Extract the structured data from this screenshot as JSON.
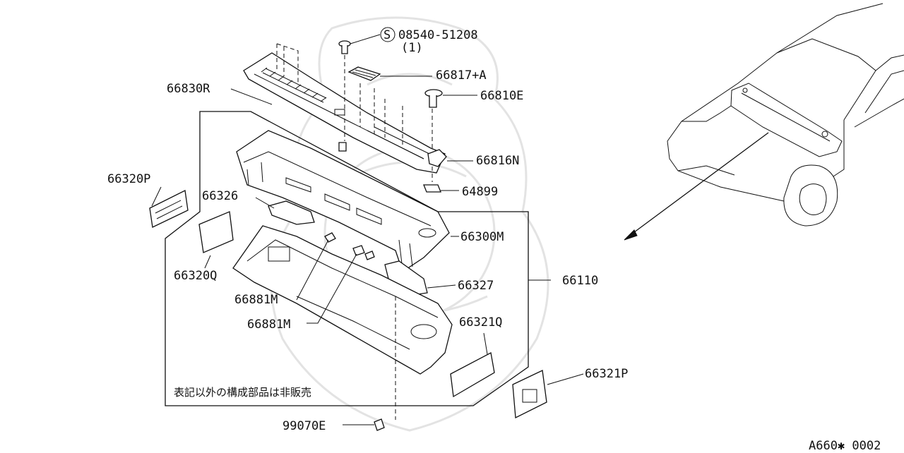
{
  "diagram": {
    "labels": {
      "screw_code": "08540-51208",
      "screw_qty": "(1)",
      "p66817a": "66817+A",
      "p66830r": "66830R",
      "p66810e": "66810E",
      "p66816n": "66816N",
      "p64899": "64899",
      "p66320p": "66320P",
      "p66326": "66326",
      "p66300m": "66300M",
      "p66320q": "66320Q",
      "p66110": "66110",
      "p66327": "66327",
      "p66881m_a": "66881M",
      "p66881m_b": "66881M",
      "p66321q": "66321Q",
      "p66321p": "66321P",
      "p99070e": "99070E"
    },
    "screw_symbol": "S",
    "note": "表記以外の構成部品は非販売",
    "figure_code": "A660✱ 0002"
  }
}
